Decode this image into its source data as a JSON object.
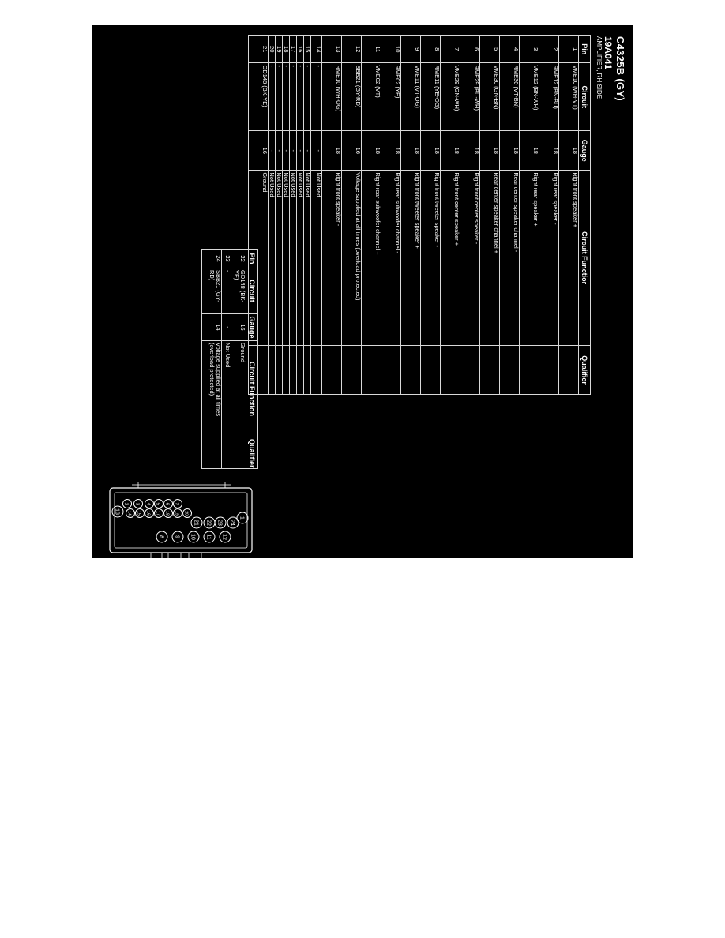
{
  "connector": {
    "title": "C4325B (GY)",
    "part_number": "19A041",
    "description": "AMPLIFIER, RH SIDE"
  },
  "table_headers": {
    "pin": "Pin",
    "circuit": "Circuit",
    "gauge": "Gauge",
    "function": "Circuit Function",
    "qualifier": "Qualifier"
  },
  "table_headers_left": {
    "function": "Circuit Functior"
  },
  "rows_left": [
    {
      "pin": "1",
      "circuit": "VME10 (WH-VT)",
      "gauge": "18",
      "function": "Right front speaker +",
      "qualifier": ""
    },
    {
      "pin": "2",
      "circuit": "RME12 (BN-BU)",
      "gauge": "18",
      "function": "Right rear speaker -",
      "qualifier": ""
    },
    {
      "pin": "3",
      "circuit": "VME12 (BN-WH)",
      "gauge": "18",
      "function": "Right rear speaker +",
      "qualifier": ""
    },
    {
      "pin": "4",
      "circuit": "RME30 (VT-BN)",
      "gauge": "18",
      "function": "Rear center speaker channel -",
      "qualifier": ""
    },
    {
      "pin": "5",
      "circuit": "VME30 (GN-BN)",
      "gauge": "18",
      "function": "Rear center speaker channel +",
      "qualifier": ""
    },
    {
      "pin": "6",
      "circuit": "RME29 (BU-WH)",
      "gauge": "18",
      "function": "Right front center speaker -",
      "qualifier": ""
    },
    {
      "pin": "7",
      "circuit": "VME29 (GN-WH)",
      "gauge": "18",
      "function": "Right front center speaker +",
      "qualifier": ""
    },
    {
      "pin": "8",
      "circuit": "RME11 (YE-OG)",
      "gauge": "18",
      "function": "Right front tweeter speaker -",
      "qualifier": ""
    },
    {
      "pin": "9",
      "circuit": "VME11 (VT-OG)",
      "gauge": "18",
      "function": "Right front tweeter speaker +",
      "qualifier": ""
    },
    {
      "pin": "10",
      "circuit": "RME02 (YE)",
      "gauge": "18",
      "function": "Right rear subwoofer channel -",
      "qualifier": ""
    },
    {
      "pin": "11",
      "circuit": "VME02 (VT)",
      "gauge": "18",
      "function": "Right rear subwoofer channel +",
      "qualifier": ""
    },
    {
      "pin": "12",
      "circuit": "SBB21 (GY-RD)",
      "gauge": "16",
      "function": "Voltage supplied at all times (overload protected)",
      "qualifier": ""
    },
    {
      "pin": "13",
      "circuit": "RME10 (WH-OG)",
      "gauge": "18",
      "function": "Right front speaker -",
      "qualifier": ""
    },
    {
      "pin": "14",
      "circuit": "-",
      "gauge": "-",
      "function": "Not Used",
      "qualifier": ""
    },
    {
      "pin": "15",
      "circuit": "-",
      "gauge": "-",
      "function": "Not Used",
      "qualifier": ""
    },
    {
      "pin": "16",
      "circuit": "-",
      "gauge": "-",
      "function": "Not Used",
      "qualifier": ""
    },
    {
      "pin": "17",
      "circuit": "-",
      "gauge": "-",
      "function": "Not Used",
      "qualifier": ""
    },
    {
      "pin": "18",
      "circuit": "-",
      "gauge": "-",
      "function": "Not Used",
      "qualifier": ""
    },
    {
      "pin": "19",
      "circuit": "-",
      "gauge": "-",
      "function": "Not Used",
      "qualifier": ""
    },
    {
      "pin": "20",
      "circuit": "-",
      "gauge": "-",
      "function": "Not Used",
      "qualifier": ""
    },
    {
      "pin": "21",
      "circuit": "GD148 (BK-YE)",
      "gauge": "16",
      "function": "Ground",
      "qualifier": ""
    }
  ],
  "rows_right": [
    {
      "pin": "22",
      "circuit": "GD148 (BK-YE)",
      "gauge": "16",
      "function": "Ground",
      "qualifier": ""
    },
    {
      "pin": "23",
      "circuit": "-",
      "gauge": "-",
      "function": "Not Used",
      "qualifier": ""
    },
    {
      "pin": "24",
      "circuit": "SBB21 (GY-RD)",
      "gauge": "14",
      "function": "Voltage supplied at all times (overload protected)",
      "qualifier": ""
    }
  ],
  "connector_diagram": {
    "pin_labels": [
      "1",
      "2",
      "3",
      "4",
      "5",
      "6",
      "7",
      "8",
      "9",
      "10",
      "11",
      "12",
      "13",
      "14",
      "15",
      "16",
      "17",
      "18",
      "19",
      "20",
      "21",
      "22",
      "23",
      "24"
    ]
  },
  "colors": {
    "background": "#000000",
    "foreground": "#ffffff",
    "page": "#ffffff"
  }
}
